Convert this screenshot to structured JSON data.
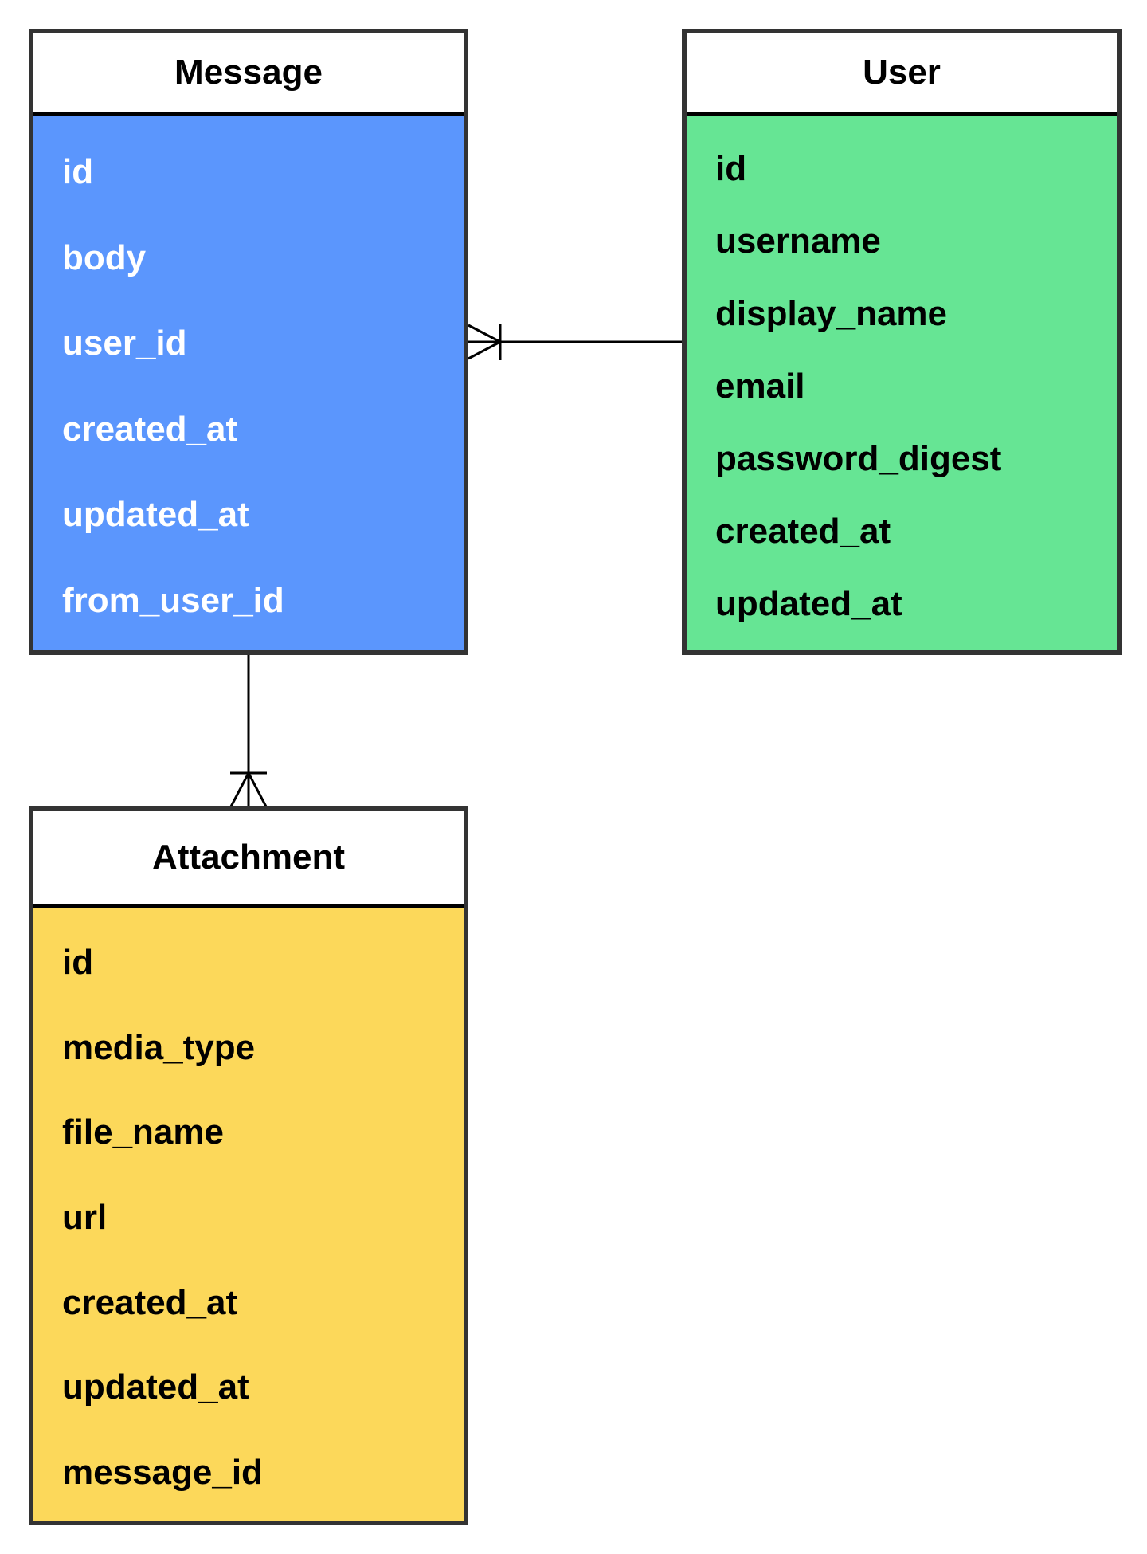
{
  "entities": {
    "message": {
      "title": "Message",
      "color": "#5b96fd",
      "fields": [
        "id",
        "body",
        "user_id",
        "created_at",
        "updated_at",
        "from_user_id"
      ]
    },
    "user": {
      "title": "User",
      "color": "#66e594",
      "fields": [
        "id",
        "username",
        "display_name",
        "email",
        "password_digest",
        "created_at",
        "updated_at"
      ]
    },
    "attachment": {
      "title": "Attachment",
      "color": "#fcd85a",
      "fields": [
        "id",
        "media_type",
        "file_name",
        "url",
        "created_at",
        "updated_at",
        "message_id"
      ]
    }
  },
  "relationships": [
    {
      "from": "user",
      "to": "message",
      "notation": "one-to-many"
    },
    {
      "from": "message",
      "to": "attachment",
      "notation": "one-to-many"
    }
  ]
}
